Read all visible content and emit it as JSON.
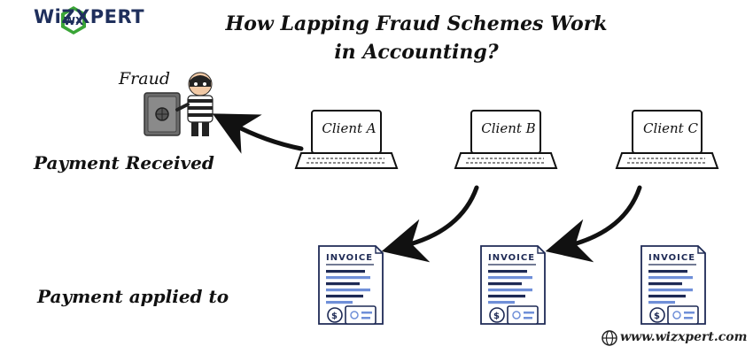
{
  "brand": {
    "logo_text": "WiZXPERT",
    "logo_mark": "wx-hexagon-logo",
    "colors": {
      "logo_green": "#3aa537",
      "logo_navy": "#1f2f5c"
    }
  },
  "title": {
    "line1": "How Lapping Fraud Schemes Work",
    "line2": "in Accounting?"
  },
  "fraud": {
    "label": "Fraud",
    "icon": "thief-with-safe-icon"
  },
  "labels": {
    "payment_received": "Payment Received",
    "payment_applied": "Payment applied to"
  },
  "clients": [
    {
      "label": "Client A",
      "icon": "laptop-icon"
    },
    {
      "label": "Client B",
      "icon": "laptop-icon"
    },
    {
      "label": "Client C",
      "icon": "laptop-icon"
    }
  ],
  "invoices": [
    {
      "heading": "INVOICE",
      "icon": "invoice-document-icon"
    },
    {
      "heading": "INVOICE",
      "icon": "invoice-document-icon"
    },
    {
      "heading": "INVOICE",
      "icon": "invoice-document-icon"
    }
  ],
  "footer": {
    "website": "www.wizxpert.com",
    "icon": "globe-icon"
  },
  "colors": {
    "invoice_line": "#1e2a55",
    "invoice_accent": "#6f8fd8",
    "arrow": "#111111"
  }
}
